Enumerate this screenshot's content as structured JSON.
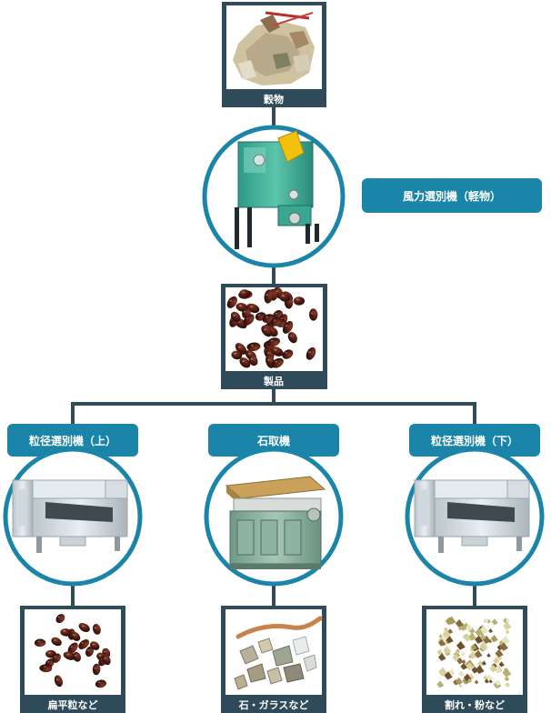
{
  "colors": {
    "frame": "#2f4b5a",
    "accent": "#1a85a8",
    "line": "#2f4b5a",
    "caption_text": "#ffffff"
  },
  "nodes": {
    "input": {
      "caption": "穀物",
      "image": "mixed-grain-photo"
    },
    "air_separator": {
      "label": "風力選別機（軽物）",
      "image": "air-separator-machine"
    },
    "product": {
      "caption": "製品",
      "image": "red-beans-photo"
    },
    "sorter_upper": {
      "label": "粒径選別機（上）",
      "image": "size-sorter-machine"
    },
    "destoner": {
      "label": "石取機",
      "image": "destoner-machine"
    },
    "sorter_lower": {
      "label": "粒径選別機（下）",
      "image": "size-sorter-machine"
    },
    "out_flat": {
      "caption": "扁平粒など",
      "image": "flat-beans-photo"
    },
    "out_stones": {
      "caption": "石・ガラスなど",
      "image": "stones-glass-photo"
    },
    "out_broken": {
      "caption": "割れ・粉など",
      "image": "broken-powder-photo"
    }
  }
}
